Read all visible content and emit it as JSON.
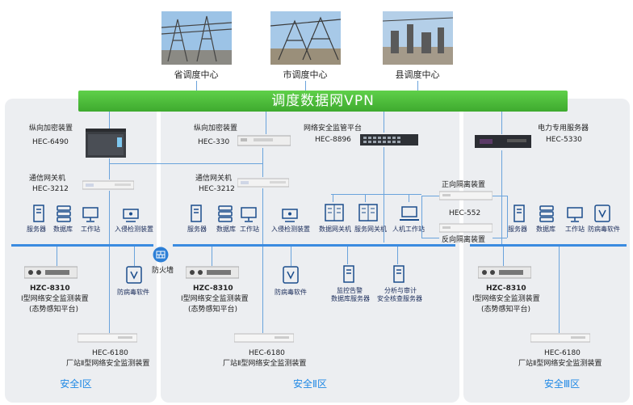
{
  "centers": [
    "省调度中心",
    "市调度中心",
    "县调度中心"
  ],
  "vpn_label": "调度数据网VPN",
  "zones": {
    "zone1": "安全Ⅰ区",
    "zone2": "安全Ⅱ区",
    "zone3": "安全Ⅲ区"
  },
  "devices": {
    "encrypt1": {
      "name": "纵向加密装置",
      "model": "HEC-6490"
    },
    "encrypt2": {
      "name": "纵向加密装置",
      "model": "HEC-330"
    },
    "netmgr": {
      "name": "网络安全监管平台",
      "model": "HEC-8896"
    },
    "power_server": {
      "name": "电力专用服务器",
      "model": "HEC-5330"
    },
    "gateway1": {
      "name": "通信网关机",
      "model": "HEC-3212"
    },
    "gateway2": {
      "name": "通信网关机",
      "model": "HEC-3212"
    },
    "forward_iso": {
      "name": "正向隔离装置",
      "model": "HEC-552"
    },
    "reverse_iso": {
      "name": "反向隔离装置"
    },
    "firewall": "防火墙"
  },
  "icons": {
    "server": "服务器",
    "database": "数据库",
    "workstation": "工作站",
    "ids": "入侵检测装置",
    "antivirus": "防病毒软件",
    "data_gw": "数据网关机",
    "service_gw": "服务网关机",
    "hmi": "人机工作站",
    "monitor": [
      "监控告警",
      "数据库服务器"
    ],
    "audit": [
      "分析与审计",
      "安全核查服务器"
    ]
  },
  "hzc": {
    "model": "HZC-8310",
    "line1": "Ⅰ型网络安全监测装置",
    "line2": "(态势感知平台)"
  },
  "hec6180": {
    "model": "HEC-6180",
    "desc": "厂站Ⅱ型网络安全监测装置"
  }
}
